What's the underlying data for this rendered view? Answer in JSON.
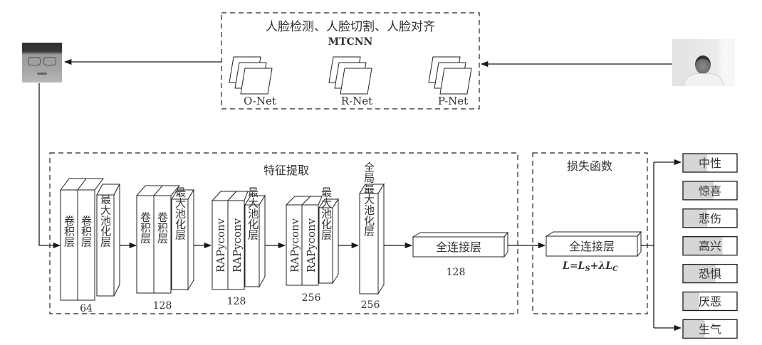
{
  "mtcnn": {
    "title": "人脸检测、人脸切割、人脸对齐",
    "subtitle": "MTCNN",
    "nets": [
      "O-Net",
      "R-Net",
      "P-Net"
    ]
  },
  "images": {
    "input_photo": "full-frame-photo",
    "cropped_face": "cropped-face"
  },
  "feature_extraction": {
    "title": "特征提取",
    "blocks": [
      {
        "layers": [
          "卷积层",
          "卷积层",
          "最大池化层"
        ],
        "channels": "64"
      },
      {
        "layers": [
          "卷积层",
          "卷积层",
          "最大池化层"
        ],
        "channels": "128"
      },
      {
        "layers": [
          "RAPyconv",
          "RAPyconv",
          "最大池化层"
        ],
        "channels": "128"
      },
      {
        "layers": [
          "RAPyconv",
          "RAPyconv",
          "最大池化层"
        ],
        "channels": "256"
      },
      {
        "layers": [
          "全局最大池化层"
        ],
        "channels": "256"
      }
    ],
    "fc": {
      "label": "全连接层",
      "units": "128"
    }
  },
  "loss": {
    "title": "损失函数",
    "fc_label": "全连接层",
    "formula": "L=Ls+λLc"
  },
  "outputs": [
    {
      "label": "中性",
      "score": 0.45
    },
    {
      "label": "惊喜",
      "score": 0.57
    },
    {
      "label": "悲伤",
      "score": 0.45
    },
    {
      "label": "高兴",
      "score": 0.73
    },
    {
      "label": "恐惧",
      "score": 0.6
    },
    {
      "label": "厌恶",
      "score": 0.3
    },
    {
      "label": "生气",
      "score": 0.4
    }
  ]
}
